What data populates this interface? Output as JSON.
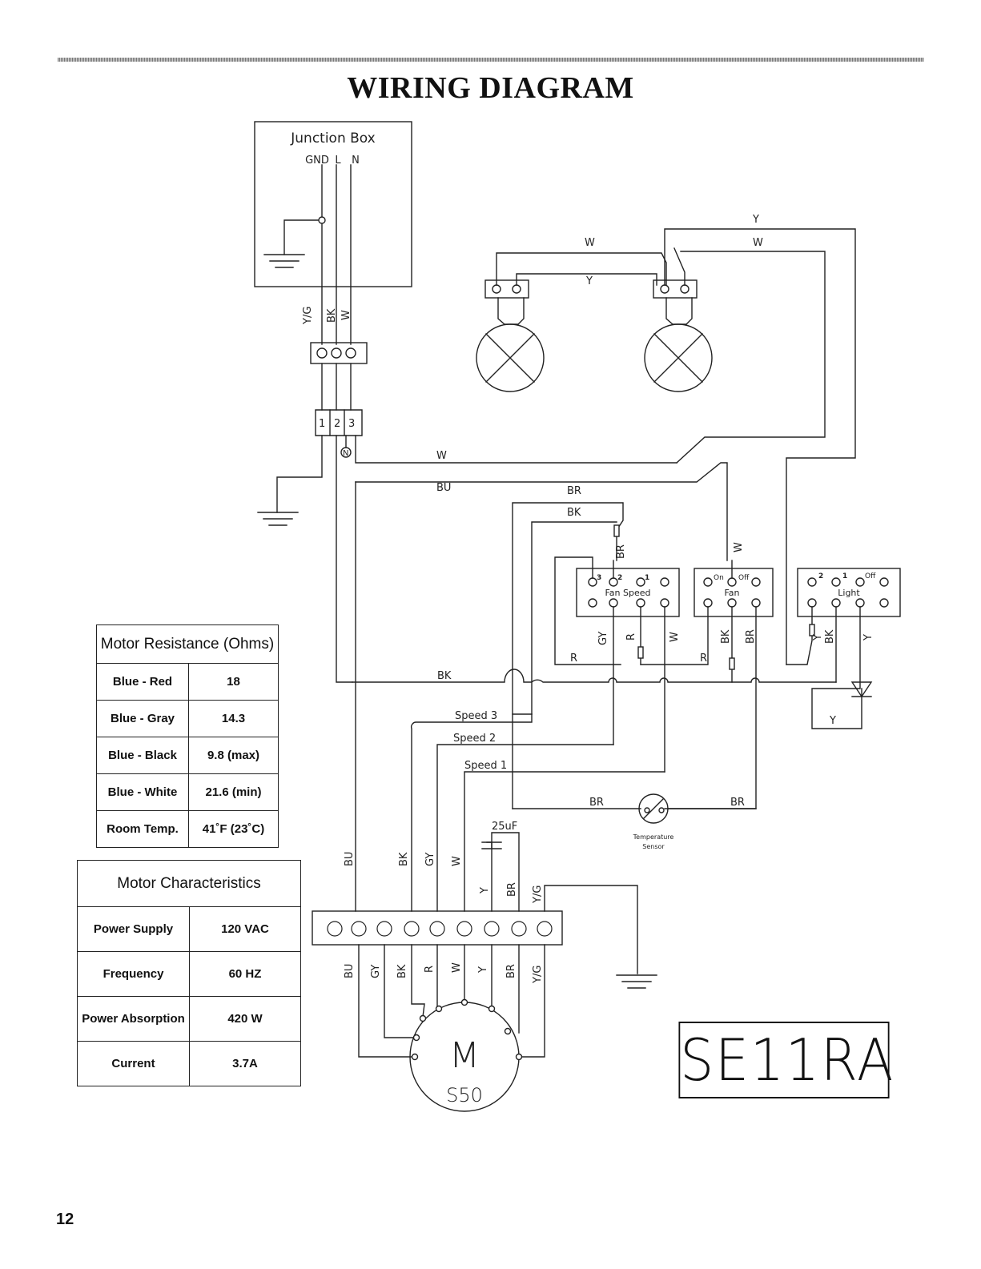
{
  "page": {
    "title": "WIRING DIAGRAM",
    "page_number": "12",
    "model": "SE11RA"
  },
  "colors": {
    "line": "#222222"
  },
  "junction_box": {
    "label": "Junction Box",
    "terminals": [
      "GND",
      "L",
      "N"
    ]
  },
  "terminal_block_labels": [
    "1",
    "2",
    "3"
  ],
  "neutral_tag": "N",
  "wire_labels": {
    "yg": "Y/G",
    "bk": "BK",
    "w": "W",
    "y": "Y",
    "bu": "BU",
    "br": "BR",
    "r": "R",
    "gy": "GY"
  },
  "speeds": [
    "Speed 3",
    "Speed 2",
    "Speed 1"
  ],
  "capacitor": "25uF",
  "switches": {
    "fan_speed": {
      "label": "Fan Speed",
      "positions": [
        "3",
        "2",
        "1"
      ]
    },
    "fan": {
      "label": "Fan",
      "positions": [
        "On",
        "Off"
      ]
    },
    "light": {
      "label": "Light",
      "positions": [
        "2",
        "1",
        "Off"
      ]
    }
  },
  "temperature_sensor": {
    "line1": "Temperature",
    "line2": "Sensor"
  },
  "motor": {
    "symbol": "M",
    "model": "S50"
  },
  "motor_block_top": [
    "BU",
    "BK",
    "GY",
    "W",
    "Y",
    "BR",
    "Y/G"
  ],
  "motor_block_bottom": [
    "BU",
    "GY",
    "BK",
    "R",
    "W",
    "Y",
    "BR",
    "Y/G"
  ],
  "motor_resistance": {
    "title": "Motor Resistance (Ohms)",
    "rows": [
      {
        "label": "Blue - Red",
        "value": "18"
      },
      {
        "label": "Blue - Gray",
        "value": "14.3"
      },
      {
        "label": "Blue - Black",
        "value": "9.8 (max)"
      },
      {
        "label": "Blue - White",
        "value": "21.6 (min)"
      },
      {
        "label": "Room Temp.",
        "value": "41˚F (23˚C)"
      }
    ]
  },
  "motor_characteristics": {
    "title": "Motor Characteristics",
    "rows": [
      {
        "label": "Power Supply",
        "value": "120 VAC"
      },
      {
        "label": "Frequency",
        "value": "60 HZ"
      },
      {
        "label": "Power Absorption",
        "value": "420 W"
      },
      {
        "label": "Current",
        "value": "3.7A"
      }
    ]
  }
}
